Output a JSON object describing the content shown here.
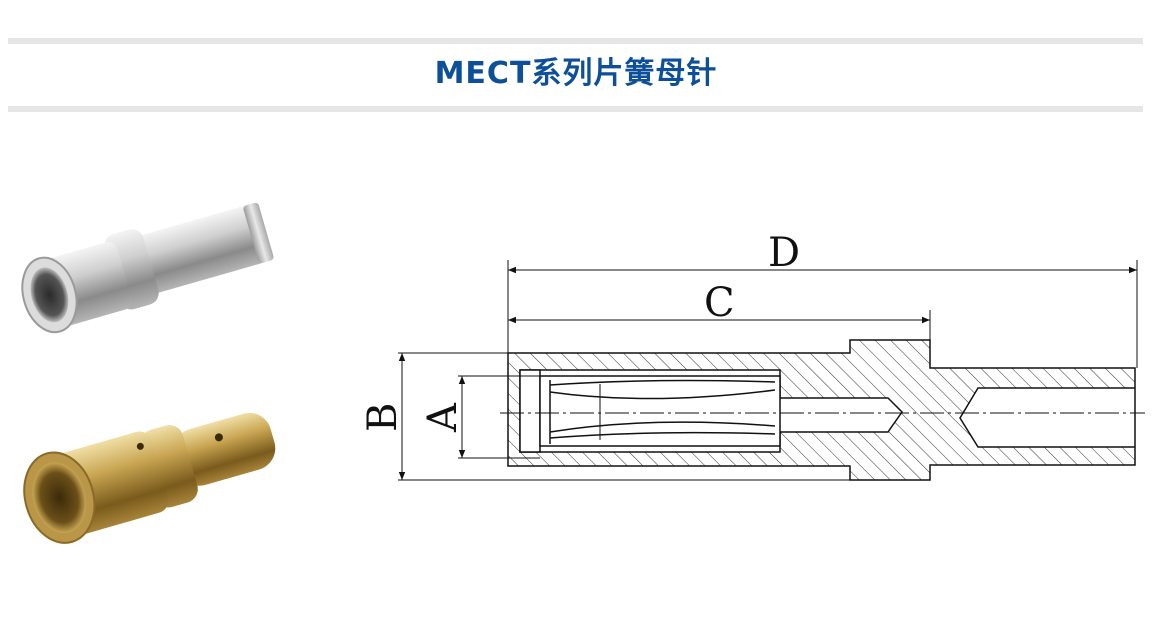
{
  "title": "MECT系列片簧母针",
  "drawing": {
    "labels": {
      "a": "A",
      "b": "B",
      "c": "C",
      "d": "D"
    }
  },
  "colors": {
    "title": "#0d4f99",
    "rule": "#e6e6e6",
    "silver": "#c8c8c8",
    "brass": "#b8963d",
    "line": "#111111"
  }
}
